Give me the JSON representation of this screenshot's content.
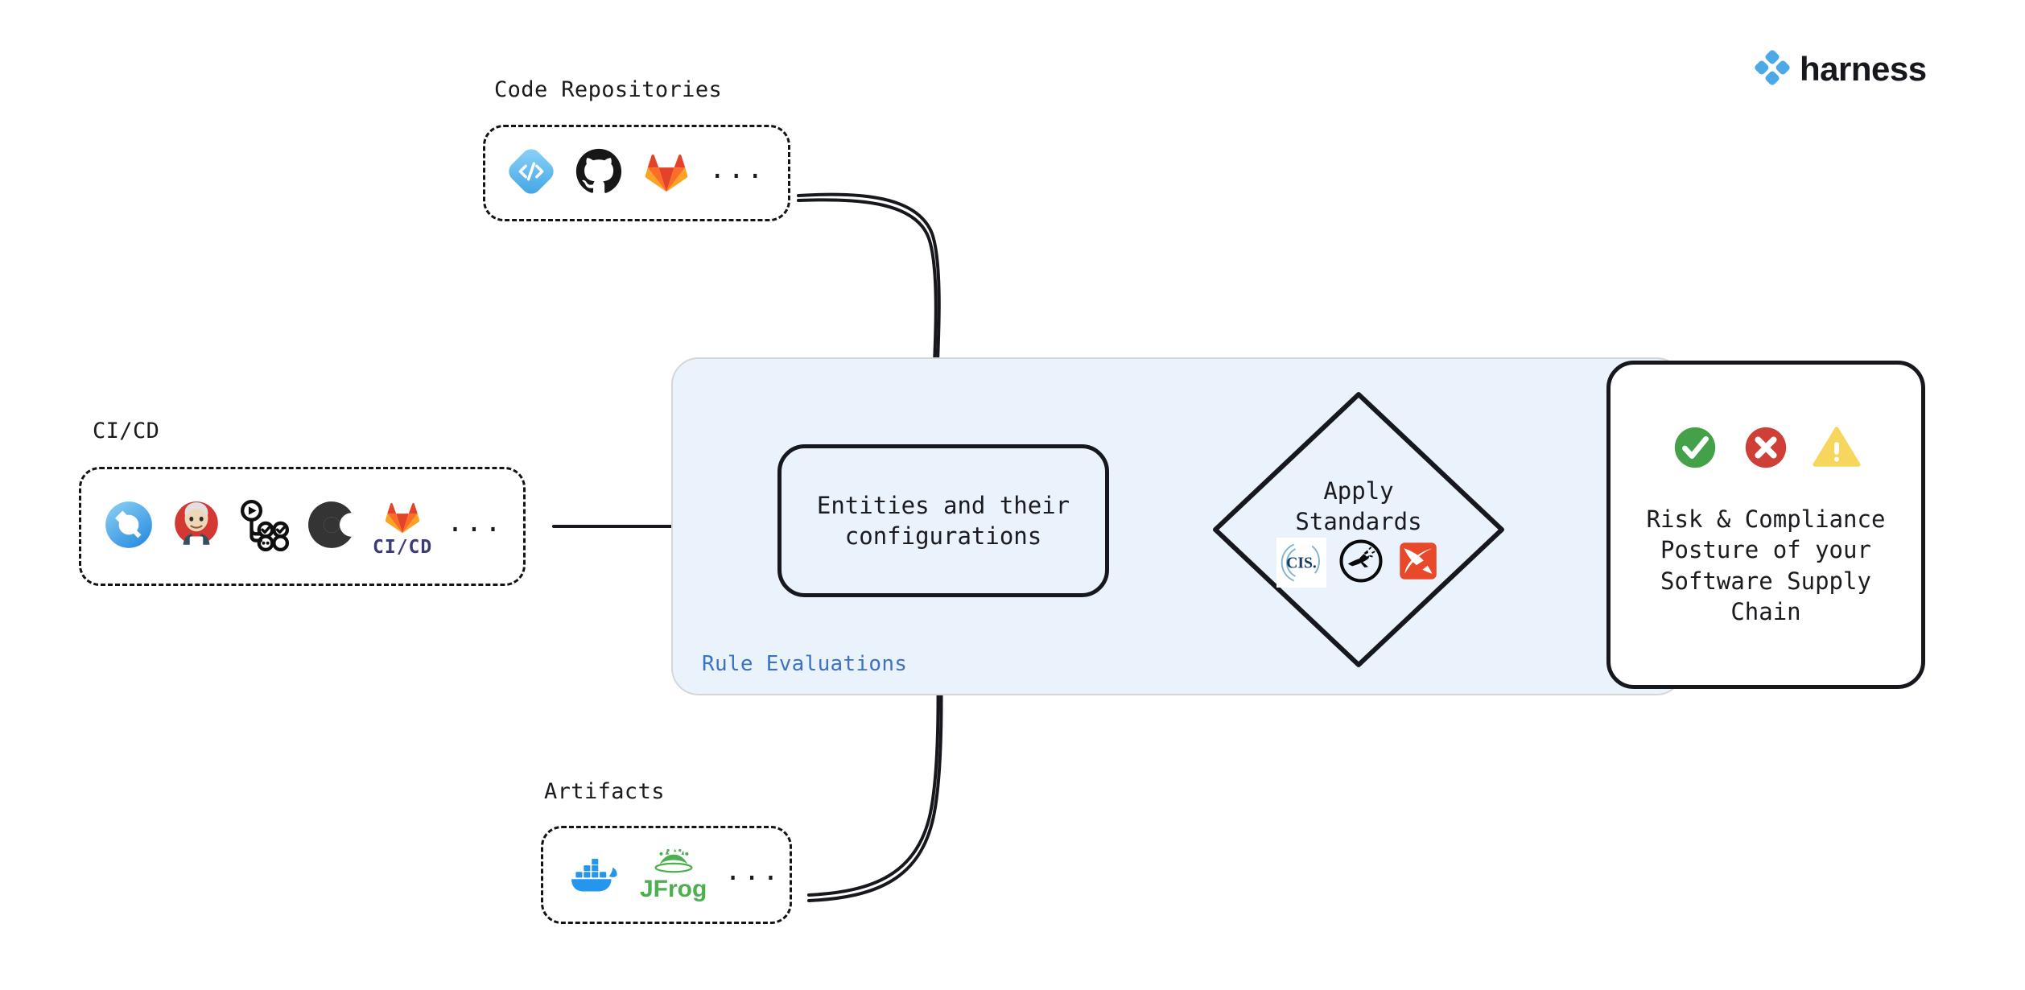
{
  "brand": {
    "name": "harness",
    "logo_color": "#4CA9E8"
  },
  "sources": [
    {
      "id": "code-repositories",
      "label": "Code Repositories",
      "more": "...",
      "icons": [
        {
          "name": "harness-code-icon",
          "title": "Harness Code"
        },
        {
          "name": "github-icon",
          "title": "GitHub"
        },
        {
          "name": "gitlab-icon",
          "title": "GitLab"
        }
      ]
    },
    {
      "id": "ci-cd",
      "label": "CI/CD",
      "more": "...",
      "icons": [
        {
          "name": "harness-icon",
          "title": "Harness"
        },
        {
          "name": "jenkins-icon",
          "title": "Jenkins"
        },
        {
          "name": "github-actions-icon",
          "title": "GitHub Actions"
        },
        {
          "name": "circleci-icon",
          "title": "CircleCI"
        },
        {
          "name": "gitlab-cicd-icon",
          "title": "GitLab CI/CD",
          "text": "CI/CD"
        }
      ]
    },
    {
      "id": "artifacts",
      "label": "Artifacts",
      "more": "...",
      "icons": [
        {
          "name": "docker-icon",
          "title": "Docker"
        },
        {
          "name": "jfrog-icon",
          "title": "JFrog",
          "text": "JFrog"
        }
      ]
    }
  ],
  "panel": {
    "label": "Rule Evaluations",
    "fill": "#eaf3fc",
    "label_color": "#3b72c4"
  },
  "entities": {
    "line1": "Entities and their",
    "line2": "configurations"
  },
  "standards": {
    "line1": "Apply",
    "line2": "Standards",
    "logos": [
      {
        "name": "cis-icon",
        "title": "CIS",
        "text": "CIS."
      },
      {
        "name": "openssf-icon",
        "title": "OpenSSF"
      },
      {
        "name": "slsa-icon",
        "title": "SLSA"
      }
    ]
  },
  "outcome": {
    "line1": "Risk & Compliance",
    "line2": "Posture of your",
    "line3": "Software Supply",
    "line4": "Chain",
    "status_icons": [
      {
        "name": "check-circle-icon",
        "title": "Pass",
        "color": "#45A04A"
      },
      {
        "name": "error-circle-icon",
        "title": "Fail",
        "color": "#CE3F37"
      },
      {
        "name": "warning-triangle-icon",
        "title": "Warning",
        "color": "#F6D65D"
      }
    ]
  },
  "colors": {
    "ink": "#16181d",
    "github": "#181717",
    "gitlab_top": "#E24329",
    "gitlab_mid": "#FC6D26",
    "gitlab_low": "#FCA326",
    "docker": "#2496ED",
    "jfrog": "#43A047",
    "circleci": "#343434",
    "jenkins_red": "#D33833",
    "slsa": "#E8492B",
    "cis": "#143C63"
  }
}
